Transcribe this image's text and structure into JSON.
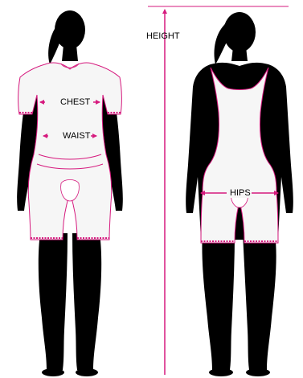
{
  "labels": {
    "height": "HEIGHT",
    "chest": "CHEST",
    "waist": "WAIST",
    "hips": "HIPS"
  },
  "colors": {
    "silhouette": "#000000",
    "garment": "#f6f6f6",
    "accent": "#d61a7e",
    "background": "#ffffff"
  },
  "figures": [
    "front-view",
    "back-view"
  ]
}
